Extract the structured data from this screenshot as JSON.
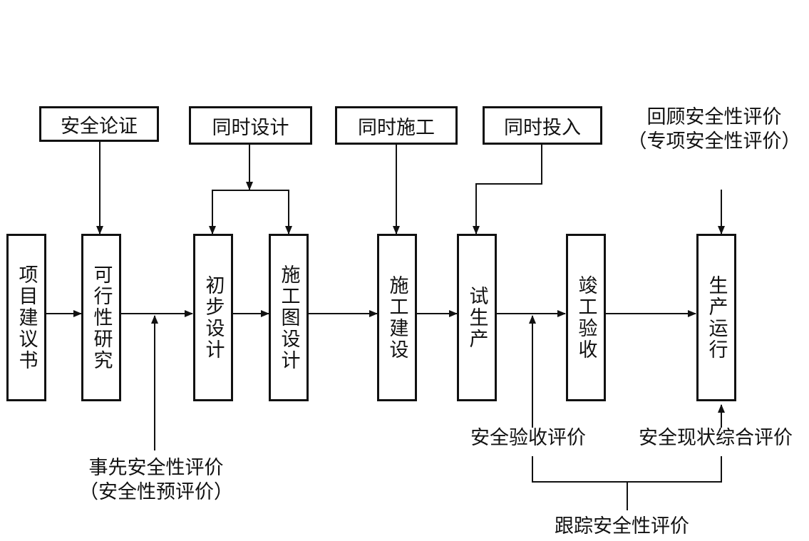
{
  "stages": {
    "proposal": "项目建议书",
    "feasibility": "可行性研究",
    "preliminary_design": "初步设计",
    "construction_drawing": "施工图设计",
    "construction": "施工建设",
    "trial_production": "试生产",
    "completion_acceptance": "竣工验收",
    "production_operation": "生产运行"
  },
  "requirements": {
    "safety_argument": "安全论证",
    "simultaneous_design": "同时设计",
    "simultaneous_construction": "同时施工",
    "simultaneous_commissioning": "同时投入"
  },
  "evaluations": {
    "retrospective_line1": "回顾安全性评价",
    "retrospective_line2": "（专项安全性评价）",
    "prior_line1": "事先安全性评价",
    "prior_line2": "（安全性预评价）",
    "acceptance": "安全验收评价",
    "status_comprehensive": "安全现状综合评价",
    "tracking": "跟踪安全性评价"
  }
}
